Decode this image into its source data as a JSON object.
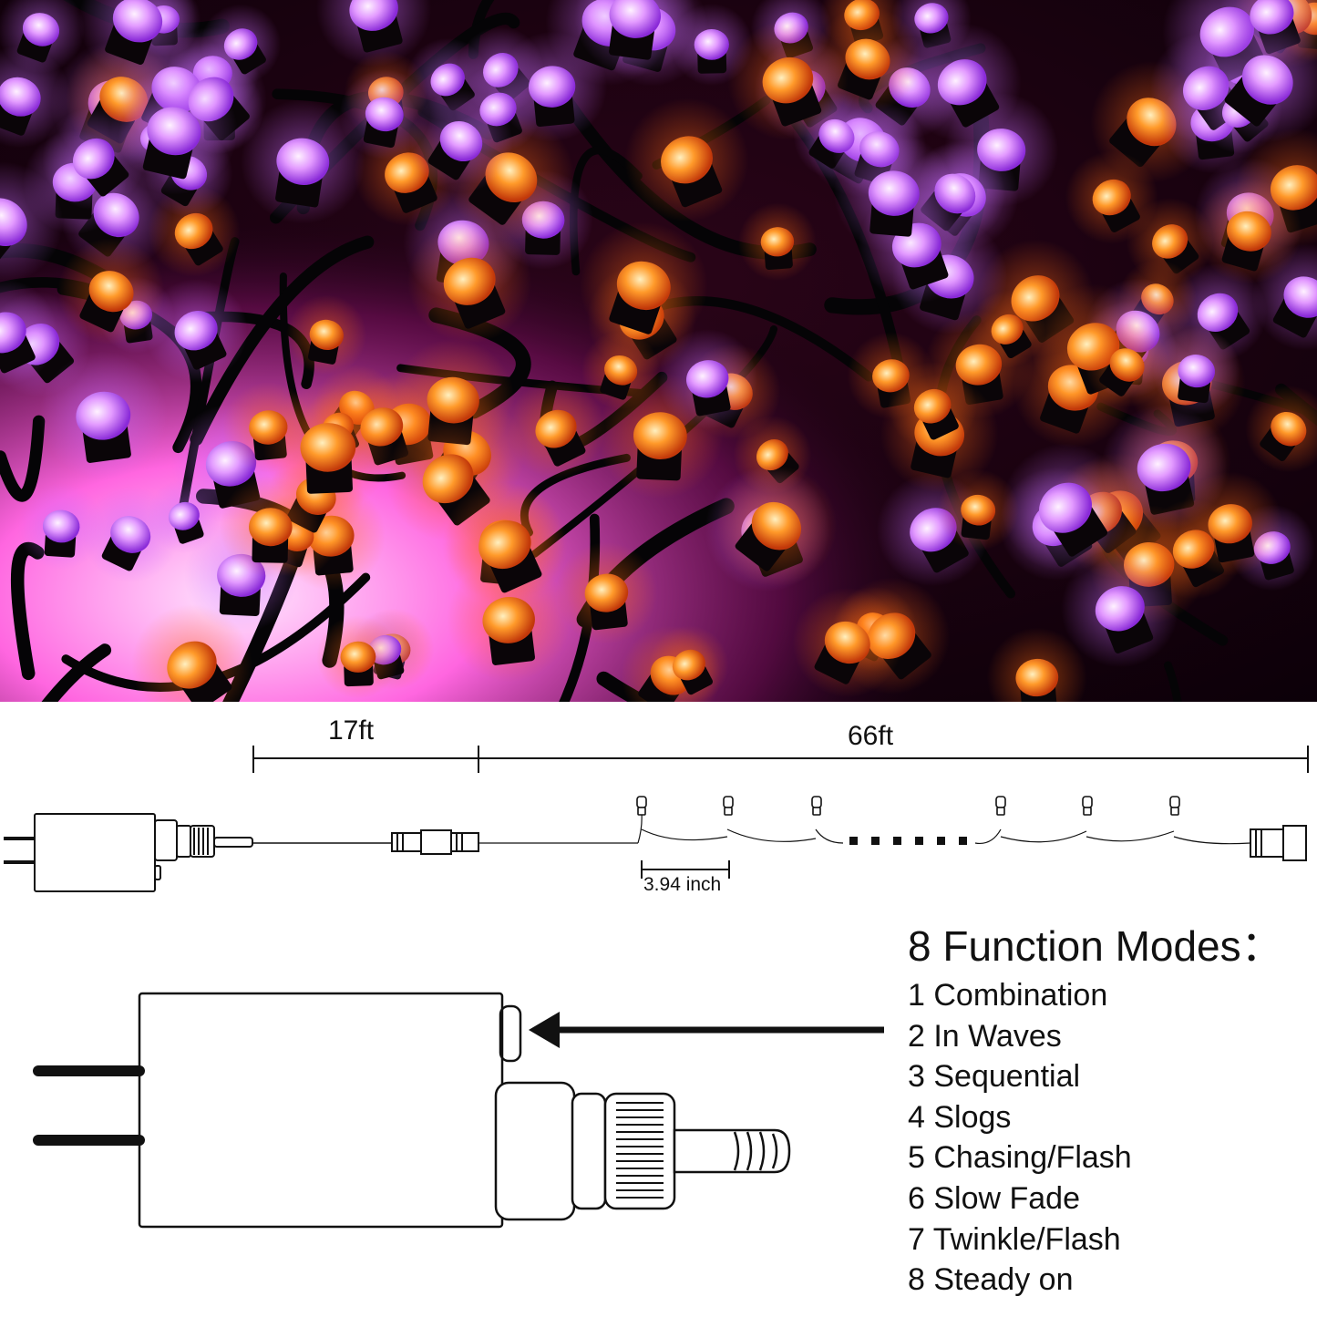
{
  "diagram": {
    "lead_length": "17ft",
    "string_length": "66ft",
    "bulb_spacing": "3.94 inch"
  },
  "modes": {
    "title": "8 Function Modes：",
    "items": [
      "1 Combination",
      "2 In Waves",
      "3 Sequential",
      "4 Slogs",
      "5 Chasing/Flash",
      "6 Slow Fade",
      "7 Twinkle/Flash",
      "8 Steady on"
    ]
  },
  "colors": {
    "purple_bulb": "#c86cff",
    "orange_bulb": "#ff7a1e",
    "background_dark": "#12000f",
    "line": "#111111"
  }
}
